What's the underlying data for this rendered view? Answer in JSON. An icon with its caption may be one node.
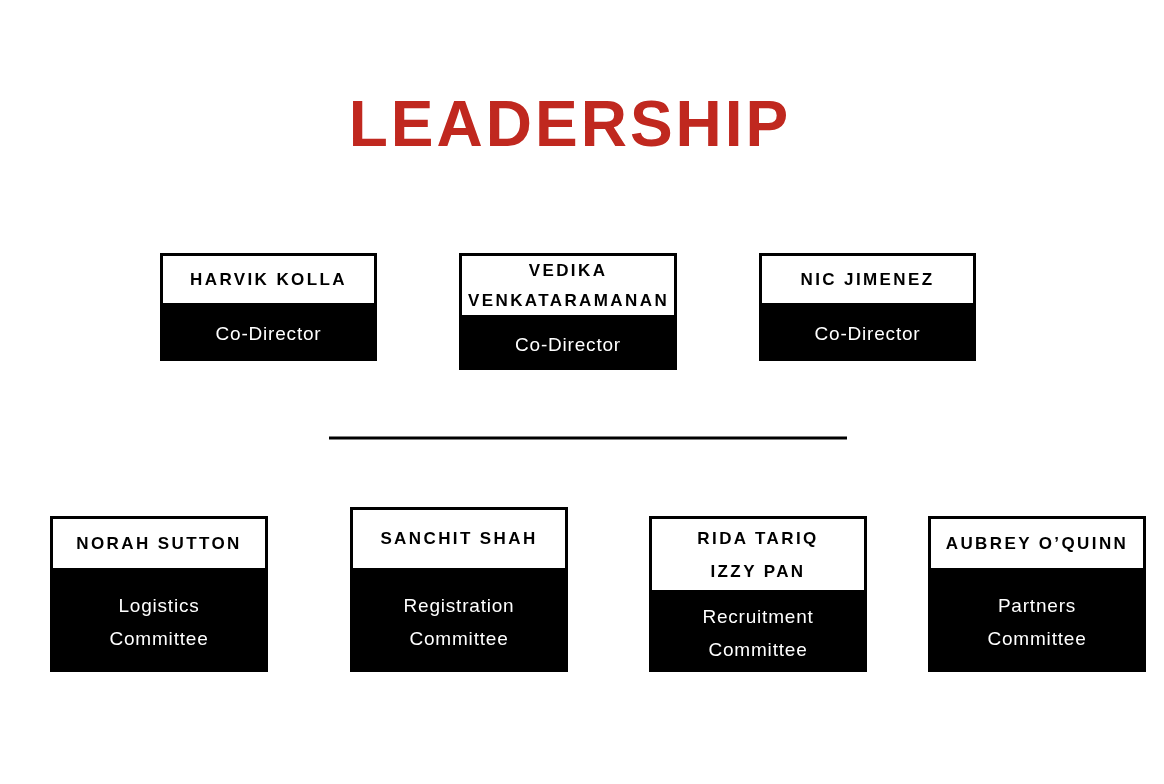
{
  "diagram": {
    "title": "LEADERSHIP",
    "nodes": [
      {
        "text": [
          "HARVIK KOLLA",
          "Co-Director"
        ]
      },
      {
        "text": [
          "VEDIKA VENKATARAMANAN",
          "Co-Director"
        ]
      },
      {
        "text": [
          "NIC JIMENEZ",
          "Co-Director"
        ]
      },
      {
        "text": [
          "NORAH SUTTON",
          "Logistics Committee"
        ]
      },
      {
        "text": [
          "SANCHIT SHAH",
          "Registration Committee"
        ]
      },
      {
        "text": [
          "RIDA TARIQ",
          "IZZY PAN",
          "Recruitment Committee"
        ]
      },
      {
        "text": [
          "AUBREY O’QUINN",
          "Partners Committee"
        ]
      }
    ]
  }
}
